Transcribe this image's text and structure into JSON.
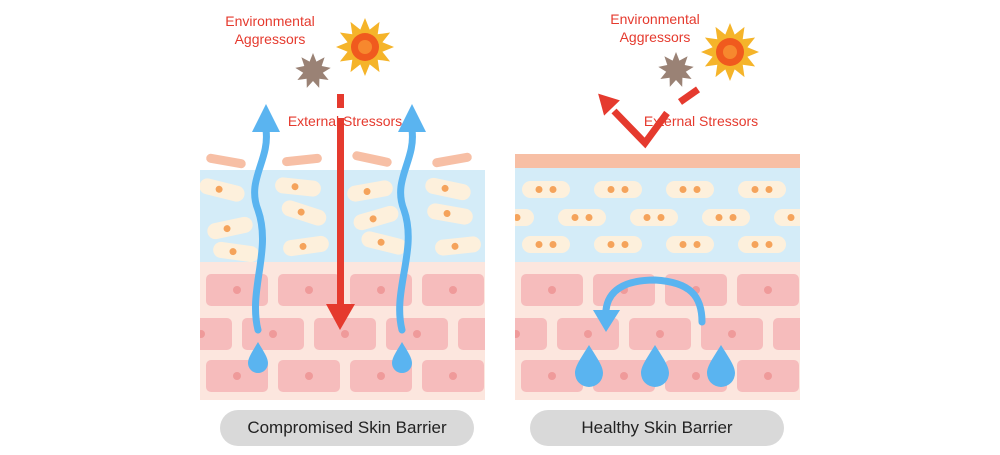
{
  "colors": {
    "red": "#e53a2e",
    "blue": "#5ab4f0",
    "stratum": "#d4ecf8",
    "dermis": "#fce6de",
    "dermis_cell": "#f6bcbc",
    "cell": "#fdf0dc",
    "dot": "#f5a35b",
    "flake": "#f7bfa5",
    "sun_core": "#f05a1e",
    "sun_ray": "#f5b42a",
    "pollutant": "#9a8275",
    "pill": "#d9d9d9"
  },
  "left": {
    "aggressors_line1": "Environmental",
    "aggressors_line2": "Aggressors",
    "stressors": "External Stressors",
    "caption": "Compromised Skin Barrier"
  },
  "right": {
    "aggressors_line1": "Environmental",
    "aggressors_line2": "Aggressors",
    "stressors": "External Stressors",
    "caption": "Healthy Skin Barrier"
  }
}
